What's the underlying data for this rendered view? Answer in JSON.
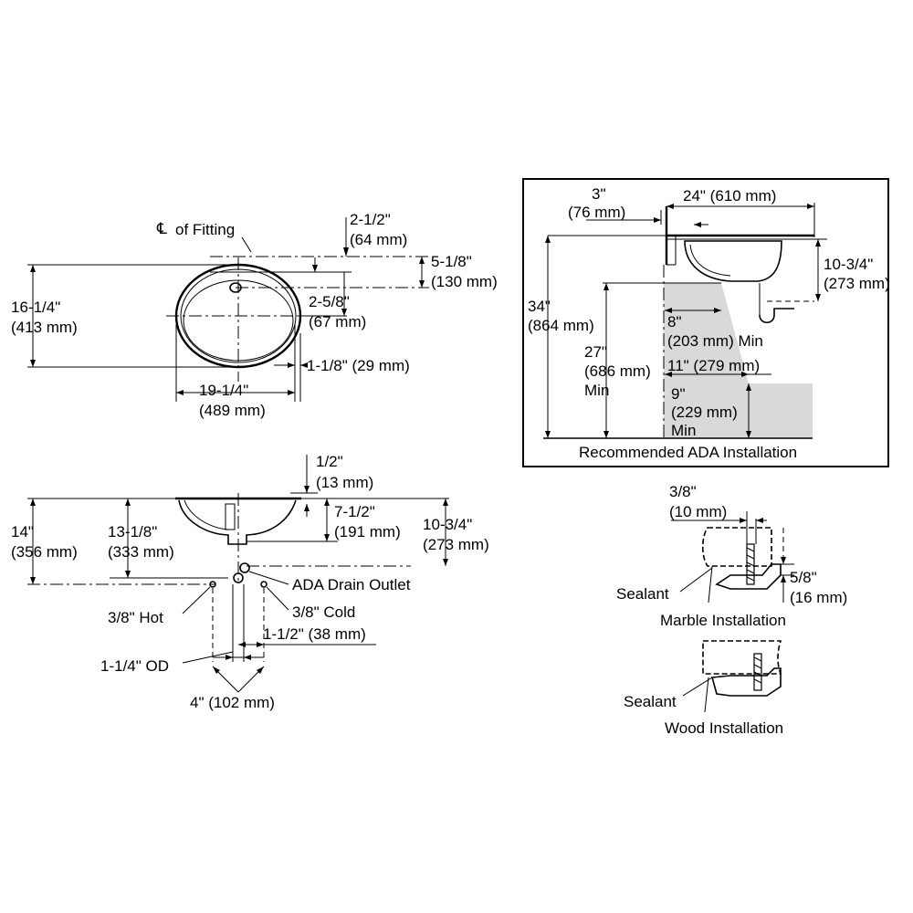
{
  "top_view": {
    "cl_symbol": "℄",
    "cl_label": "of Fitting",
    "dim_2_1_2": "2-1/2\"",
    "dim_64mm": "(64 mm)",
    "dim_5_1_8": "5-1/8\"",
    "dim_130mm": "(130 mm)",
    "dim_16_1_4": "16-1/4\"",
    "dim_413mm": "(413 mm)",
    "dim_2_5_8": "2-5/8\"",
    "dim_67mm": "(67 mm)",
    "dim_1_1_8": "1-1/8\" (29 mm)",
    "dim_19_1_4": "19-1/4\"",
    "dim_489mm": "(489 mm)"
  },
  "side_view": {
    "dim_1_2": "1/2\"",
    "dim_13mm": "(13 mm)",
    "dim_7_1_2": "7-1/2\"",
    "dim_191mm": "(191 mm)",
    "dim_14": "14\"",
    "dim_356mm": "(356 mm)",
    "dim_13_1_8": "13-1/8\"",
    "dim_333mm": "(333 mm)",
    "dim_10_3_4": "10-3/4\"",
    "dim_273mm": "(273 mm)",
    "ada_drain": "ADA Drain Outlet",
    "hot": "3/8\" Hot",
    "cold": "3/8\" Cold",
    "dim_1_1_2": "1-1/2\" (38 mm)",
    "od": "1-1/4\" OD",
    "dim_4": "4\" (102 mm)"
  },
  "ada": {
    "caption": "Recommended ADA Installation",
    "dim_3": "3\"",
    "dim_76mm": "(76 mm)",
    "dim_24": "24\" (610 mm)",
    "dim_10_3_4": "10-3/4\"",
    "dim_273mm": "(273 mm)",
    "dim_34": "34\"",
    "dim_864mm": "(864 mm)",
    "dim_8": "8\"",
    "dim_203mm": "(203 mm) Min",
    "dim_27": "27\"",
    "dim_686mm": "(686 mm)",
    "min_a": "Min",
    "dim_11": "11\" (279 mm)",
    "dim_9": "9\"",
    "dim_229mm": "(229 mm)",
    "min_b": "Min"
  },
  "marble": {
    "dim_3_8": "3/8\"",
    "dim_10mm": "(10 mm)",
    "sealant": "Sealant",
    "dim_5_8": "5/8\"",
    "dim_16mm": "(16 mm)",
    "caption": "Marble Installation"
  },
  "wood": {
    "sealant": "Sealant",
    "caption": "Wood Installation"
  }
}
